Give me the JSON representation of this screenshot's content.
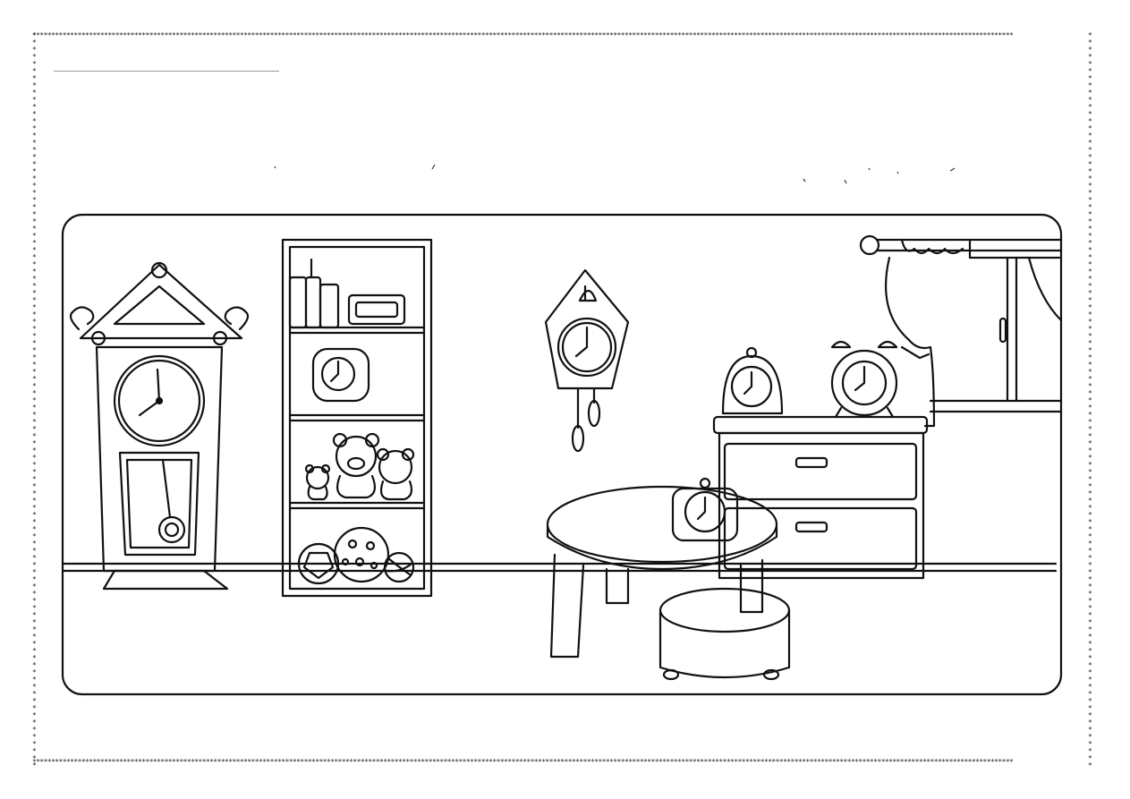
{
  "worksheet": {
    "border_glyph": "*",
    "line_color": "#111111",
    "background": "#ffffff"
  },
  "scene": {
    "items": [
      {
        "name": "grandfather-clock"
      },
      {
        "name": "bookshelf"
      },
      {
        "name": "cuckoo-clock"
      },
      {
        "name": "window-with-curtain"
      },
      {
        "name": "dresser"
      },
      {
        "name": "table"
      },
      {
        "name": "stool"
      }
    ]
  }
}
